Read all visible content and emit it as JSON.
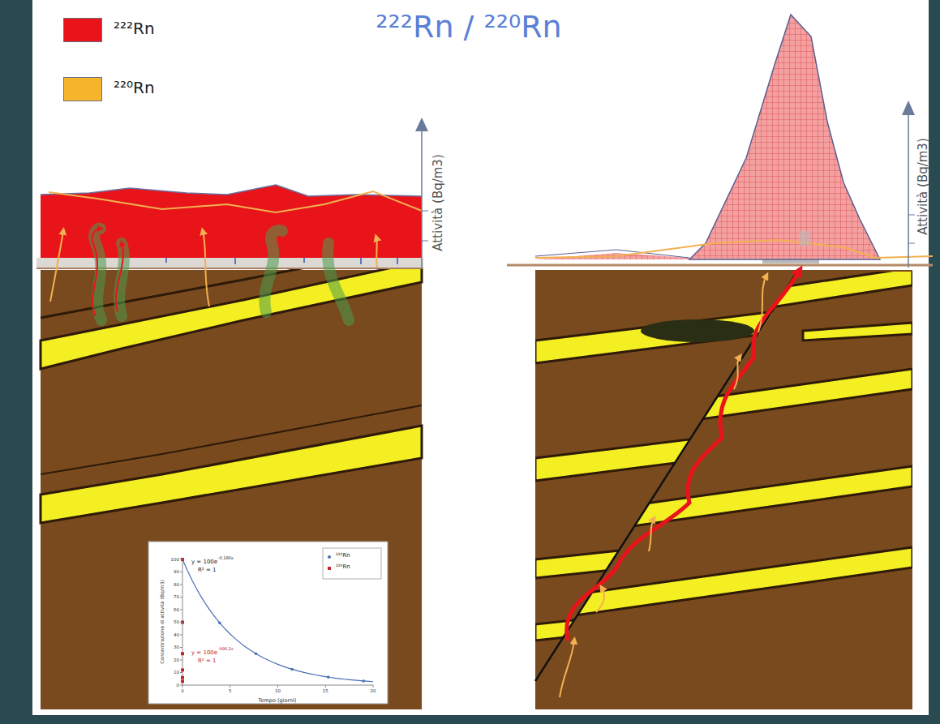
{
  "diagram": {
    "title": "²²²Rn / ²²⁰Rn",
    "labels": [
      "Attività (Bq/m3)",
      "Attività (Bq/m3)",
      "Concentrazione di attività (Bq/m3)",
      "Tempo (giorni)",
      "y = 100e",
      "-0,180x",
      "R² = 1",
      "y = 100e",
      "-998,2x",
      "R² = 1",
      "0",
      "10",
      "20",
      "30",
      "40",
      "50",
      "60",
      "70",
      "80",
      "90",
      "100",
      "0",
      "5",
      "10",
      "15",
      "20"
    ],
    "legend": [
      {
        "text": "²²²Rn",
        "color": "#e8141a"
      },
      {
        "text": "²²⁰Rn",
        "color": "#f7b52c"
      },
      {
        "text": "²²²Rn"
      },
      {
        "text": "²²⁰Rn"
      }
    ]
  }
}
